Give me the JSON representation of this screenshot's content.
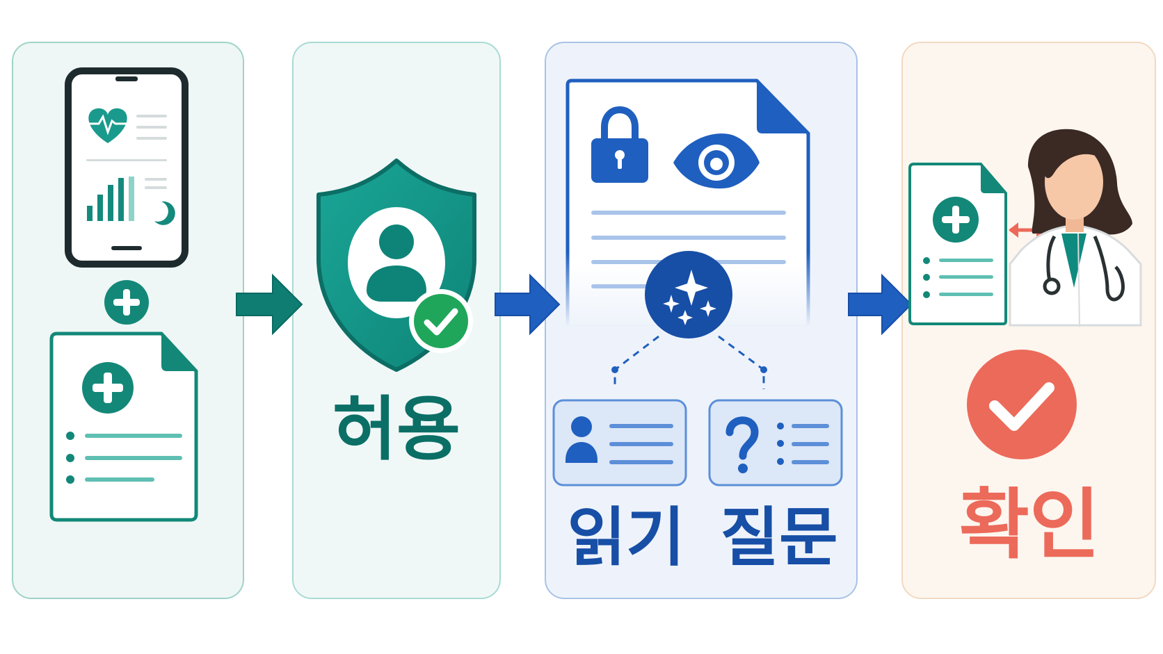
{
  "steps": [
    {
      "id": "collect",
      "label": ""
    },
    {
      "id": "allow",
      "label": "허용"
    },
    {
      "id": "read-ask",
      "labels": [
        "읽기",
        "질문"
      ]
    },
    {
      "id": "confirm",
      "label": "확인"
    }
  ],
  "colors": {
    "teal": "#0e8a7e",
    "teal_dark": "#0b6f66",
    "teal_light": "#5ebfb2",
    "blue": "#1f5fbf",
    "blue_dark": "#174ea6",
    "blue_light": "#a9c4ea",
    "green": "#1fa65a",
    "red": "#ec6a5a",
    "skin": "#f6c8a8",
    "hair": "#3b2a24"
  },
  "icons": [
    "phone-icon",
    "heart-pulse-icon",
    "bar-chart-icon",
    "moon-icon",
    "plus-icon",
    "medical-document-icon",
    "shield-icon",
    "user-icon",
    "check-badge-icon",
    "arrow-right-icon",
    "lock-icon",
    "eye-icon",
    "sparkle-icon",
    "id-card-icon",
    "question-icon",
    "doctor-icon",
    "stethoscope-icon",
    "double-arrow-icon",
    "check-circle-icon"
  ]
}
